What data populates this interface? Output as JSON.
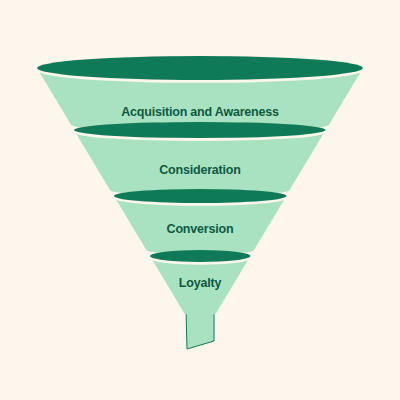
{
  "diagram": {
    "nodes": [
      {
        "text": [
          "Acquisition and Awareness"
        ]
      },
      {
        "text": [
          "Consideration"
        ]
      },
      {
        "text": [
          "Conversion"
        ]
      },
      {
        "text": [
          "Loyalty"
        ]
      }
    ]
  }
}
